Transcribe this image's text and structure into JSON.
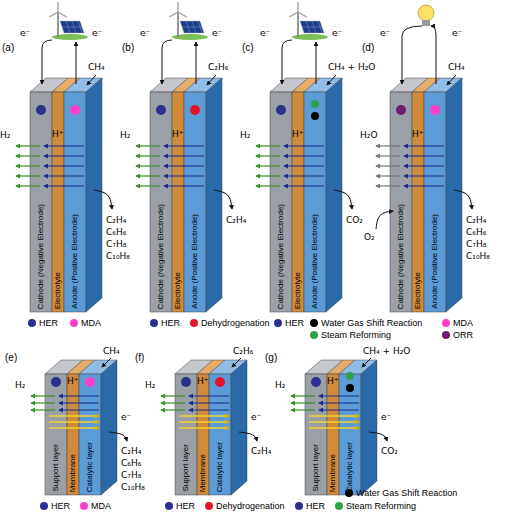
{
  "diagram": {
    "nodes": [
      {
        "text": [
          "Cathode (Negative Electrode)"
        ]
      },
      {
        "text": [
          "Electrolyte"
        ]
      },
      {
        "text": [
          "Anode (Positive Electrode)"
        ]
      },
      {
        "text": [
          "Cathode (Negative Electrode)"
        ]
      },
      {
        "text": [
          "Electrolyte"
        ]
      },
      {
        "text": [
          "Anode (Positive Electrode)"
        ]
      },
      {
        "text": [
          "Cathode (Negative Electrode)"
        ]
      },
      {
        "text": [
          "Electrolyte"
        ]
      },
      {
        "text": [
          "Anode (Positive Electrode)"
        ]
      },
      {
        "text": [
          "Cathode (Negative Electrode)"
        ]
      },
      {
        "text": [
          "Electrolyte"
        ]
      },
      {
        "text": [
          "Anode (Positive Electrode)"
        ]
      },
      {
        "text": [
          "Support layer"
        ]
      },
      {
        "text": [
          "Membrane"
        ]
      },
      {
        "text": [
          "Catalytic layer"
        ]
      },
      {
        "text": [
          "Support layer"
        ]
      },
      {
        "text": [
          "Membrane"
        ]
      },
      {
        "text": [
          "Catalytic layer"
        ]
      },
      {
        "text": [
          "Support layer"
        ]
      },
      {
        "text": [
          "Membrane"
        ]
      },
      {
        "text": [
          "Catalytic layer"
        ]
      }
    ],
    "labels": [
      "(a)",
      "e⁻",
      "e⁻",
      "CH₄",
      "H⁺",
      "H₂",
      "C₂H₄",
      "C₆H₆",
      "C₇H₈",
      "C₁₀H₈",
      "(b)",
      "e⁻",
      "e⁻",
      "C₂H₆",
      "H⁺",
      "H₂",
      "C₂H₄",
      "(c)",
      "e⁻",
      "e⁻",
      "CH₄ + H₂O",
      "H⁺",
      "H₂",
      "CO₂",
      "(d)",
      "e⁻",
      "e⁻",
      "CH₄",
      "H⁺",
      "H₂O",
      "O₂",
      "C₂H₄",
      "C₆H₆",
      "C₇H₈",
      "C₁₀H₈",
      "(e)",
      "CH₄",
      "H⁺",
      "H₂",
      "e⁻",
      "C₂H₄",
      "C₆H₆",
      "C₇H₈",
      "C₁₀H₈",
      "(f)",
      "C₂H₆",
      "H⁺",
      "H₂",
      "e⁻",
      "C₂H₄",
      "(g)",
      "CH₄ + H₂O",
      "H⁺",
      "H₂",
      "e⁻",
      "CO₂"
    ],
    "legend": [
      {
        "text": "HER",
        "color": "#2b2f8f"
      },
      {
        "text": "MDA",
        "color": "#ff3fc8"
      },
      {
        "text": "HER",
        "color": "#2b2f8f"
      },
      {
        "text": "Dehydrogenation",
        "color": "#e4132b"
      },
      {
        "text": "HER",
        "color": "#2b2f8f"
      },
      {
        "text": "Water Gas Shift Reaction",
        "color": "#000000"
      },
      {
        "text": "Steam Reforming",
        "color": "#2ca24a"
      },
      {
        "text": "MDA",
        "color": "#ff3fc8"
      },
      {
        "text": "ORR",
        "color": "#6b1e6e"
      },
      {
        "text": "HER",
        "color": "#2b2f8f"
      },
      {
        "text": "MDA",
        "color": "#ff3fc8"
      },
      {
        "text": "HER",
        "color": "#2b2f8f"
      },
      {
        "text": "Dehydrogenation",
        "color": "#e4132b"
      },
      {
        "text": "HER",
        "color": "#2b2f8f"
      },
      {
        "text": "Water Gas Shift Reaction",
        "color": "#000000"
      },
      {
        "text": "Steam Reforming",
        "color": "#2ca24a"
      }
    ]
  }
}
